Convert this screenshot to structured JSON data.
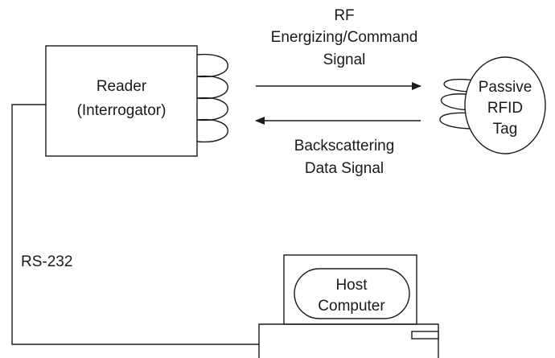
{
  "reader": {
    "line1": "Reader",
    "line2": "(Interrogator)"
  },
  "signal_forward": {
    "line1": "RF",
    "line2": "Energizing/Command",
    "line3": "Signal"
  },
  "signal_backward": {
    "line1": "Backscattering",
    "line2": "Data Signal"
  },
  "tag": {
    "line1": "Passive",
    "line2": "RFID",
    "line3": "Tag"
  },
  "connection": {
    "label": "RS-232"
  },
  "host": {
    "line1": "Host",
    "line2": "Computer"
  },
  "colors": {
    "ink": "#1a1a1a",
    "background": "#ffffff"
  }
}
